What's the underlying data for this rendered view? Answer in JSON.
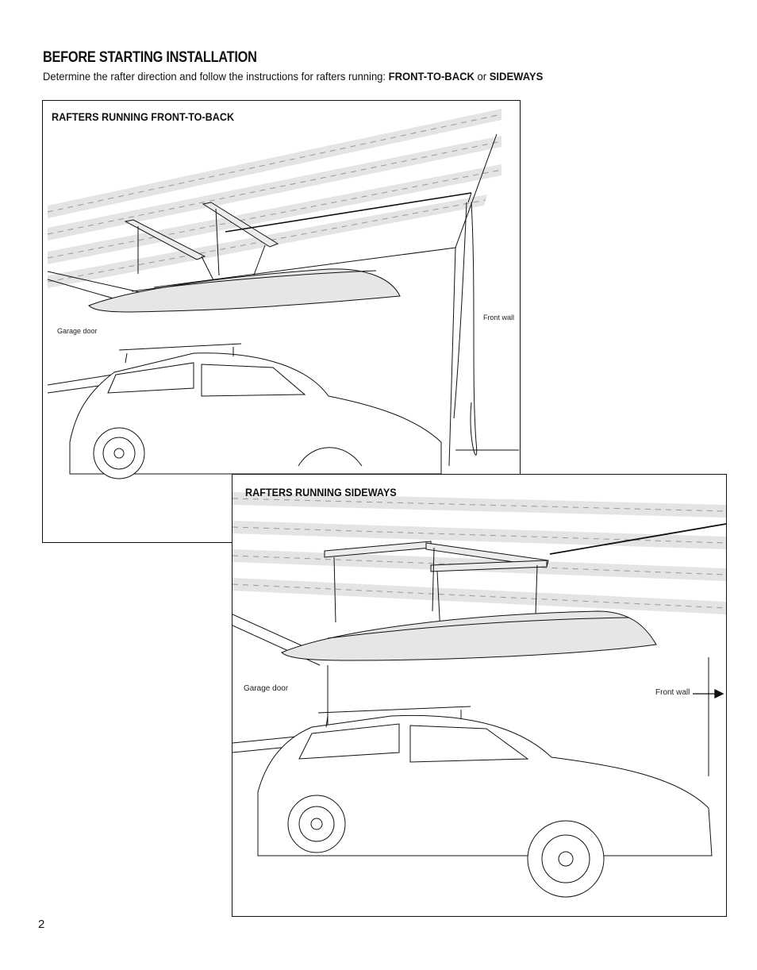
{
  "page": {
    "heading": "BEFORE STARTING INSTALLATION",
    "intro": {
      "text": "Determine the rafter direction and follow the instructions for rafters running: ",
      "option_a": "FRONT-TO-BACK",
      "connector": " or ",
      "option_b": "SIDEWAYS"
    },
    "page_number": "2"
  },
  "panel_front_to_back": {
    "title": "RAFTERS RUNNING FRONT-TO-BACK",
    "label_garage_door": "Garage door",
    "label_front_wall": "Front wall"
  },
  "panel_sideways": {
    "title": "RAFTERS RUNNING SIDEWAYS",
    "label_garage_door": "Garage door",
    "label_front_wall": "Front wall"
  },
  "colors": {
    "rafter_fill": "#e4e4e4",
    "kayak_fill": "#e6e6e6",
    "line": "#111111"
  }
}
